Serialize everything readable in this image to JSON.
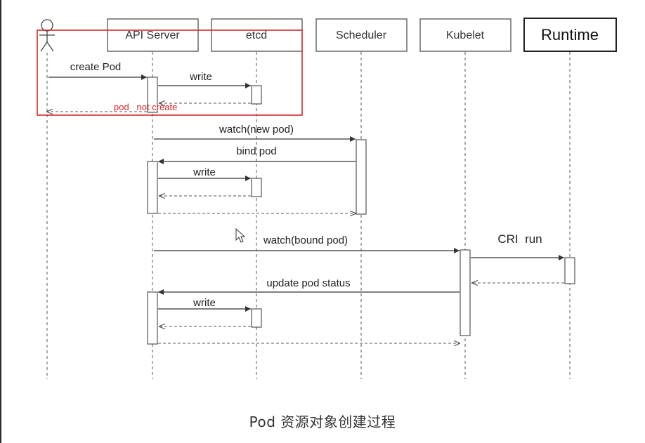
{
  "diagram": {
    "caption": "Pod 资源对象创建过程",
    "actors": [
      {
        "id": "user",
        "label": ""
      },
      {
        "id": "api",
        "label": "API Server"
      },
      {
        "id": "etcd",
        "label": "etcd"
      },
      {
        "id": "scheduler",
        "label": "Scheduler"
      },
      {
        "id": "kubelet",
        "label": "Kubelet"
      },
      {
        "id": "runtime",
        "label": "Runtime"
      }
    ],
    "messages": [
      {
        "from": "user",
        "to": "api",
        "label": "create Pod",
        "dashed": false
      },
      {
        "from": "api",
        "to": "etcd",
        "label": "write",
        "dashed": false
      },
      {
        "from": "etcd",
        "to": "api",
        "label": "",
        "dashed": true
      },
      {
        "from": "api",
        "to": "user",
        "label": "",
        "dashed": true
      },
      {
        "from": "api",
        "to": "scheduler",
        "label": "watch(new pod)",
        "dashed": false
      },
      {
        "from": "scheduler",
        "to": "api",
        "label": "bind pod",
        "dashed": false
      },
      {
        "from": "api",
        "to": "etcd",
        "label": "write",
        "dashed": false
      },
      {
        "from": "etcd",
        "to": "api",
        "label": "",
        "dashed": true
      },
      {
        "from": "api",
        "to": "scheduler",
        "label": "",
        "dashed": true
      },
      {
        "from": "api",
        "to": "kubelet",
        "label": "watch(bound pod)",
        "dashed": false
      },
      {
        "from": "kubelet",
        "to": "runtime",
        "label": "CRI  run",
        "dashed": false
      },
      {
        "from": "runtime",
        "to": "kubelet",
        "label": "",
        "dashed": true
      },
      {
        "from": "kubelet",
        "to": "api",
        "label": "update pod status",
        "dashed": false
      },
      {
        "from": "api",
        "to": "etcd",
        "label": "write",
        "dashed": false
      },
      {
        "from": "etcd",
        "to": "api",
        "label": "",
        "dashed": true
      },
      {
        "from": "api",
        "to": "kubelet",
        "label": "",
        "dashed": true
      }
    ],
    "annotation": {
      "text": "pod   not create",
      "color": "#e02020"
    },
    "colors": {
      "line": "#444444",
      "text": "#222222",
      "highlight": "#d42a2a"
    }
  }
}
